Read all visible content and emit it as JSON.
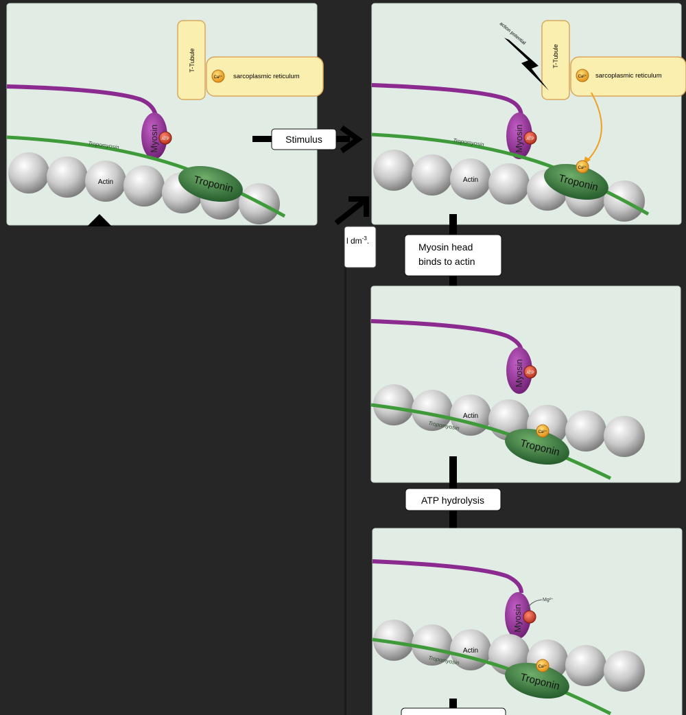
{
  "flow": {
    "stimulus": "Stimulus",
    "myosin_binds_line1": "Myosin head",
    "myosin_binds_line2": "binds to actin",
    "atp_hydrolysis": "ATP hydrolysis",
    "partial_box_text": "l dm",
    "partial_box_sup": "-3",
    "partial_box_tail": "."
  },
  "labels": {
    "t_tubule": "T-Tubule",
    "sarcoplasmic_reticulum": "sarcoplasmic reticulum",
    "calcium": "Ca²⁺",
    "myosin": "Myosin",
    "atp": "ATP",
    "tropomyosin": "Tropomyosin",
    "actin": "Actin",
    "troponin": "Troponin",
    "action_potential": "action potential",
    "magnesium": "Mg²⁺"
  },
  "colors": {
    "background": "#262626",
    "panel": "#e1ece5",
    "myosin": "#8b2a8f",
    "tropomyosin": "#3f9a3a",
    "troponin": "#2f6f3a",
    "calcium": "#f0a020",
    "atp": "#d9412b",
    "t_tubule": "#fbefb0"
  }
}
